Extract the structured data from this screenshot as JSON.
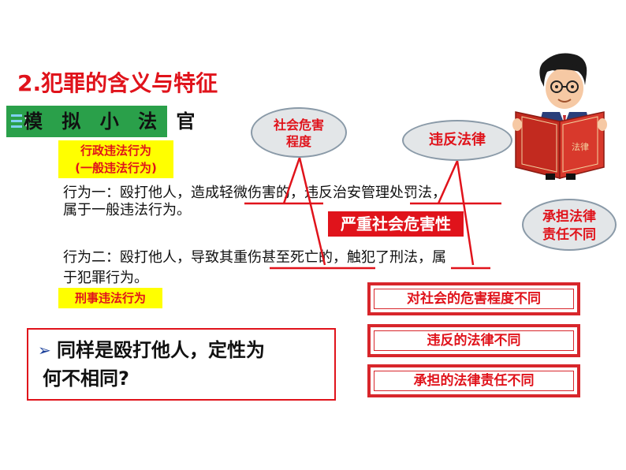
{
  "heading": "2.犯罪的含义与特征",
  "section_label": "模 拟 小 法 官",
  "labels": {
    "admin_line1": "行政违法行为",
    "admin_line2": "(一般违法行为)",
    "criminal": "刑事违法行为"
  },
  "behaviors": {
    "one_line1": "行为一：殴打他人，造成轻微伤害的，违反治安管理处罚法，",
    "one_line2": "属于一般违法行为。",
    "two_line1": "行为二：殴打他人，导致其重伤甚至死亡的，触犯了刑法，属",
    "two_line2": "于犯罪行为。"
  },
  "bubbles": {
    "harm_line1": "社会危害",
    "harm_line2": "程度",
    "violate": "违反法律",
    "liability_line1": "承担法律",
    "liability_line2": "责任不同"
  },
  "highlight": "严重社会危害性",
  "differences": [
    "对社会的危害程度不同",
    "违反的法律不同",
    "承担的法律责任不同"
  ],
  "question": {
    "bullet": "➢",
    "line1": "同样是殴打他人，定性为",
    "line2": "何不相同?"
  },
  "book_label": "法律",
  "colors": {
    "accent_red": "#e0131b",
    "highlight_yellow": "#ffff00",
    "section_green": "#2aa04a"
  }
}
